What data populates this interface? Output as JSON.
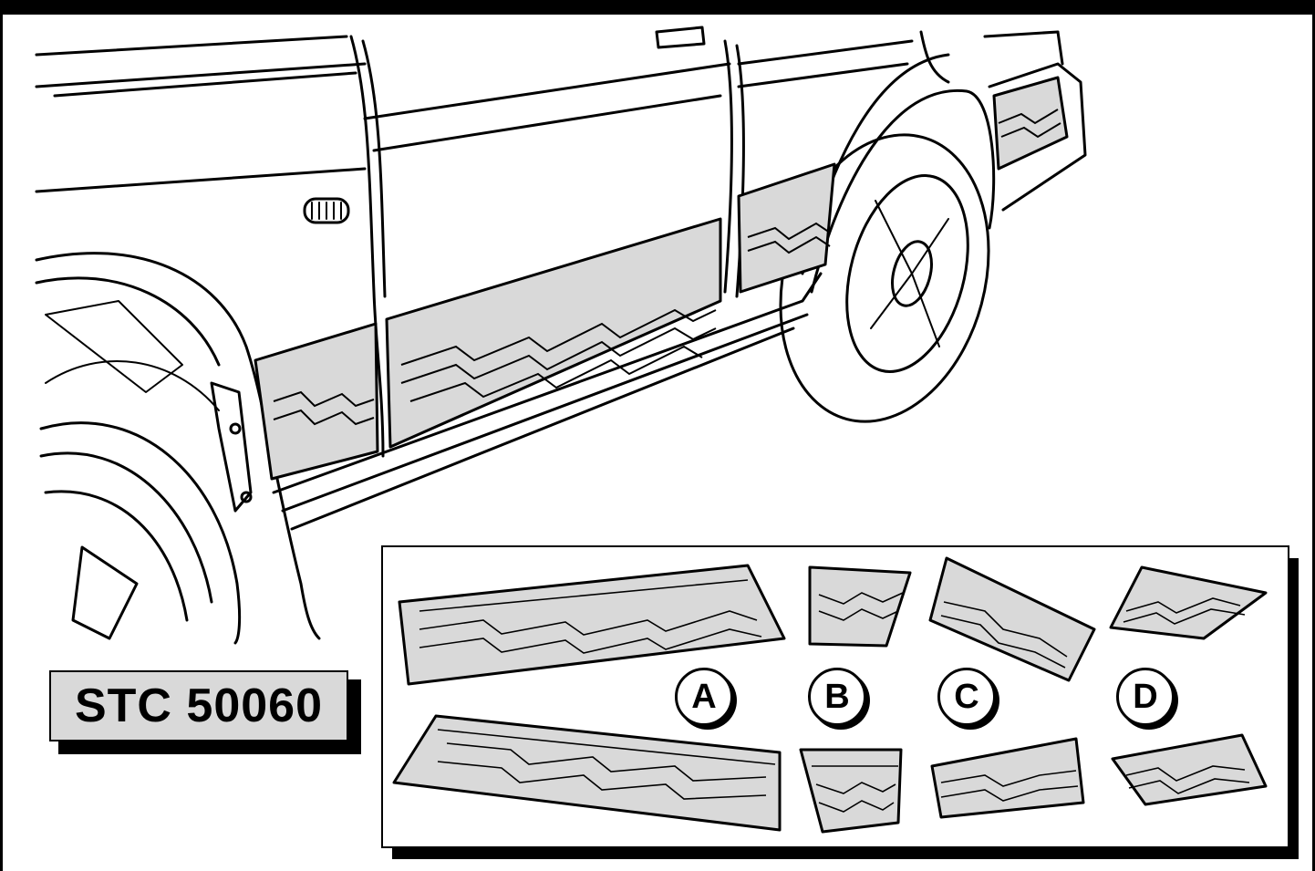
{
  "part_number": "STC 50060",
  "kit_labels": {
    "a": "A",
    "b": "B",
    "c": "C",
    "d": "D"
  },
  "colors": {
    "ink": "#000000",
    "cladding_fill": "#d9d9d9",
    "paper": "#ffffff"
  }
}
